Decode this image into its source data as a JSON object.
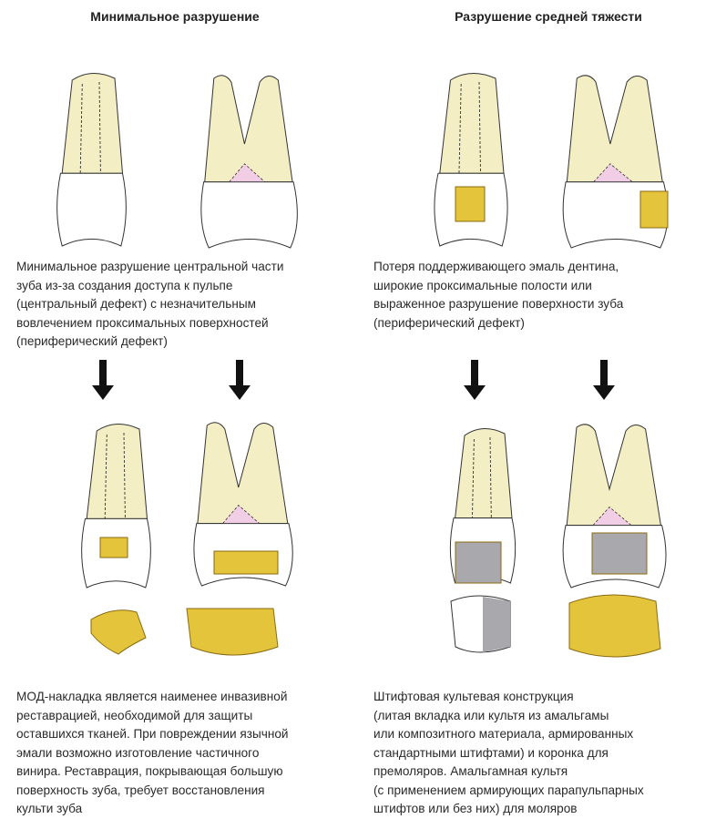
{
  "columns": [
    {
      "title": "Минимальное разрушение",
      "description": "Минимальное разрушение центральной части\nзуба из-за создания доступа к пульпе\n(центральный дефект) с незначительным\nвовлечением  проксимальных поверхностей\n(периферический дефект)",
      "treatment": "МОД-накладка является наименее инвазивной\nреставрацией, необходимой для защиты\nоставшихся тканей. При повреждении язычной\nэмали возможно изготовление частичного\nвинира. Реставрация, покрывающая большую\nповерхность зуба, требует восстановления\nкульти зуба"
    },
    {
      "title": "Разрушение средней тяжести",
      "description": "Потеря поддерживающего эмаль дентина,\nширокие проксимальные полости или\nвыраженное разрушение поверхности зуба\n(периферический дефект)",
      "treatment": "Штифтовая культевая конструкция\n(литая вкладка или культя из амальгамы\nили композитного материала, армированных\nстандартными штифтами) и коронка для\nпремоляров. Амальгамная культя\n(с применением армирующих парапульпарных\nштифтов или без них) для моляров"
    }
  ],
  "colors": {
    "root": "#f3eec4",
    "crown": "#ffffff",
    "gold": "#e3c43a",
    "goldDark": "#8a6a12",
    "amalgam": "#a9a9ad",
    "pulp": "#f2cde6",
    "outline": "#333333"
  }
}
